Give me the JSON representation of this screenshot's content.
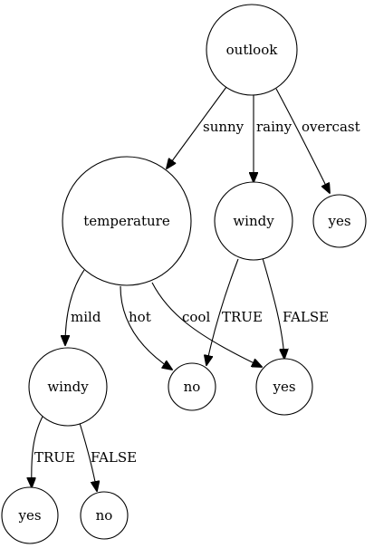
{
  "nodes": {
    "outlook": "outlook",
    "temperature": "temperature",
    "windy_rainy": "windy",
    "yes_overcast": "yes",
    "windy_mild": "windy",
    "no_hot": "no",
    "yes_cool": "yes",
    "yes_mild_true": "yes",
    "no_mild_false": "no"
  },
  "edges": {
    "sunny": "sunny",
    "rainy": "rainy",
    "overcast": "overcast",
    "mild": "mild",
    "hot": "hot",
    "cool": "cool",
    "rainy_true": "TRUE",
    "rainy_false": "FALSE",
    "mild_true": "TRUE",
    "mild_false": "FALSE"
  }
}
